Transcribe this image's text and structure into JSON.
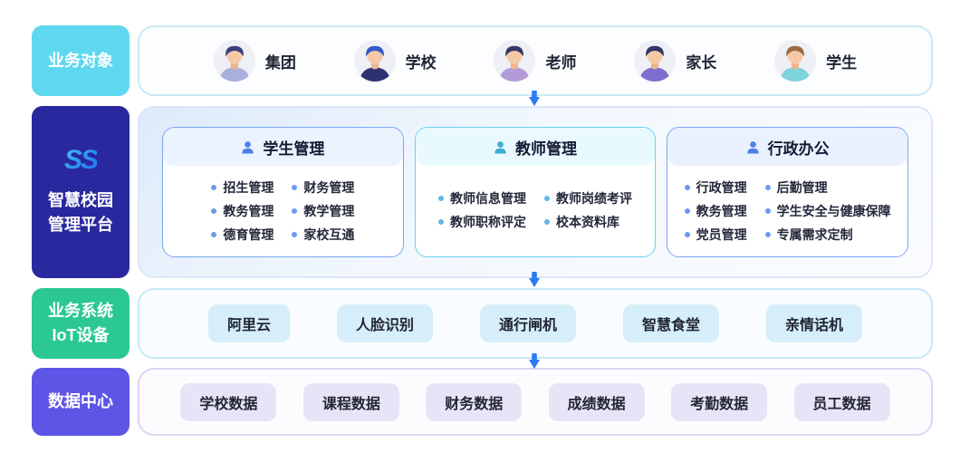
{
  "sidebar": {
    "business_objects": {
      "label": "业务对象",
      "bg": "#5FD8EF"
    },
    "platform": {
      "logo": "SS",
      "line1": "智慧校园",
      "line2": "管理平台",
      "bg": "#29289E"
    },
    "iot": {
      "line1": "业务系统",
      "line2": "IoT设备",
      "bg": "#2BC795"
    },
    "data_center": {
      "label": "数据中心",
      "bg": "#5D55E5"
    }
  },
  "personas": [
    {
      "label": "集团",
      "hair": "#3D3F7D",
      "shirt": "#AAB0DE"
    },
    {
      "label": "学校",
      "hair": "#3558C9",
      "shirt": "#2C3272"
    },
    {
      "label": "老师",
      "hair": "#343866",
      "shirt": "#B39BD8"
    },
    {
      "label": "家长",
      "hair": "#2F3566",
      "shirt": "#7C6FD0"
    },
    {
      "label": "学生",
      "hair": "#9C6B42",
      "shirt": "#7FD3DC"
    }
  ],
  "modules": [
    {
      "title": "学生管理",
      "accent": "#77A7F2",
      "header_bg": "#EAF3FE",
      "icon": "#4E7FEA",
      "bullet": "#6B9BEE",
      "columns": [
        [
          "招生管理",
          "教务管理",
          "德育管理"
        ],
        [
          "财务管理",
          "教学管理",
          "家校互通"
        ]
      ]
    },
    {
      "title": "教师管理",
      "accent": "#66D4EE",
      "header_bg": "#E9FAFE",
      "icon": "#3BAED4",
      "bullet": "#5FB9E2",
      "columns": [
        [
          "教师信息管理",
          "教师职称评定"
        ],
        [
          "教师岗绩考评",
          "校本资料库"
        ]
      ]
    },
    {
      "title": "行政办公",
      "accent": "#7BA5F0",
      "header_bg": "#EAF1FE",
      "icon": "#4E7FEA",
      "bullet": "#6B9BEE",
      "columns": [
        [
          "行政管理",
          "教务管理",
          "党员管理"
        ],
        [
          "后勤管理",
          "学生安全与健康保障",
          "专属需求定制"
        ]
      ]
    }
  ],
  "iot_chips": [
    "阿里云",
    "人脸识别",
    "通行闸机",
    "智慧食堂",
    "亲情话机"
  ],
  "data_chips": [
    "学校数据",
    "课程数据",
    "财务数据",
    "成绩数据",
    "考勤数据",
    "员工数据"
  ],
  "colors": {
    "arrow": "#2B7BF3",
    "chip_iot_bg": "#D5EEF9",
    "chip_data_bg": "#E8E4F8",
    "avatar_bg": "#EEF0F6",
    "skin": "#F6C9A6"
  }
}
